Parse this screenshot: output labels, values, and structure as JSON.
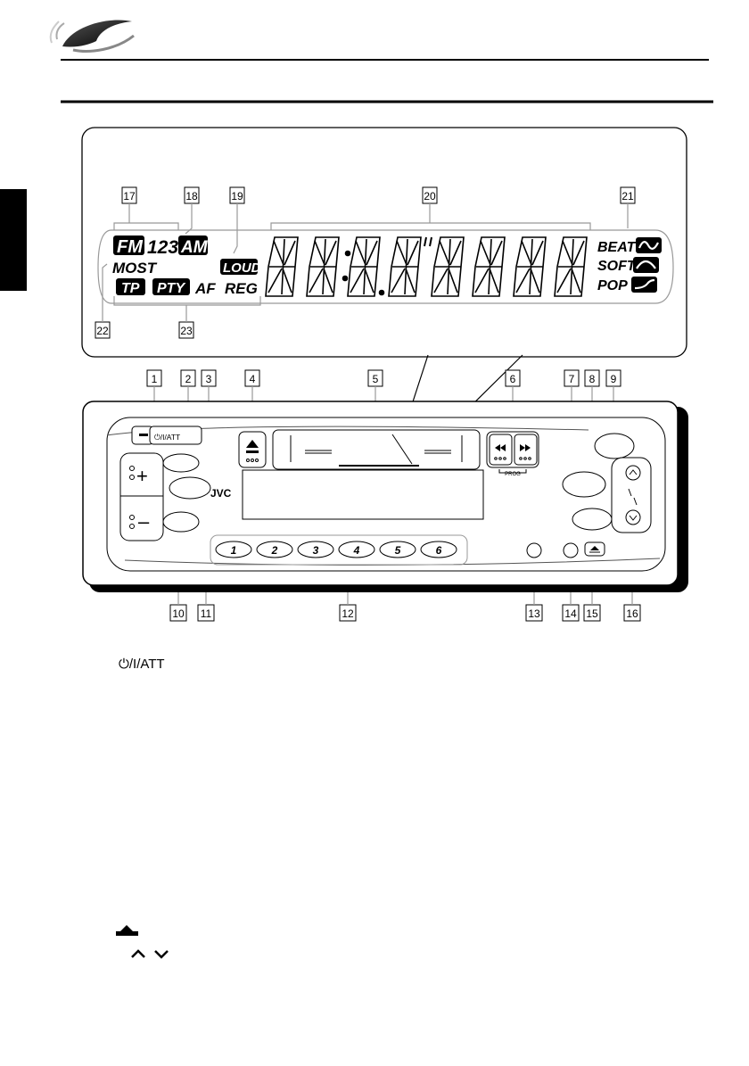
{
  "display_panel": {
    "indicators": {
      "fm": "FM",
      "band_numbers": "123",
      "am": "AM",
      "most": "MOST",
      "loud": "LOUD",
      "tp": "TP",
      "pty": "PTY",
      "af": "AF",
      "reg": "REG",
      "beat": "BEAT",
      "soft": "SOFT",
      "pop": "POP"
    },
    "callouts": [
      "17",
      "18",
      "19",
      "20",
      "21",
      "22",
      "23"
    ]
  },
  "control_panel": {
    "callouts_top": [
      "1",
      "2",
      "3",
      "4",
      "5",
      "6",
      "7",
      "8",
      "9"
    ],
    "callouts_bottom": [
      "10",
      "11",
      "12",
      "13",
      "14",
      "15",
      "16"
    ],
    "power_button_label": "⏻/I/ATT",
    "brand_label": "JVC",
    "prog_label": "PROG",
    "preset_buttons": [
      "1",
      "2",
      "3",
      "4",
      "5",
      "6"
    ],
    "plus_label": "+",
    "minus_label": "–"
  },
  "legend": {
    "power_att": "⏻/I/ATT"
  }
}
